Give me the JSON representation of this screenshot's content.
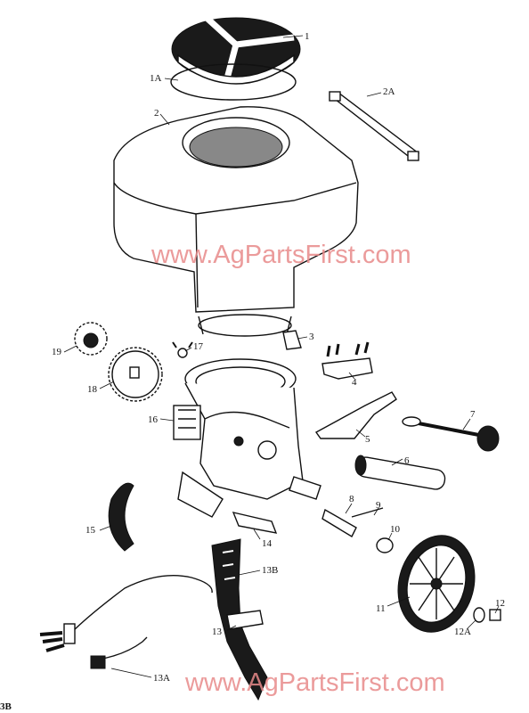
{
  "watermark": "www.AgPartsFirst.com",
  "corner_label": "3B",
  "callouts": [
    "1",
    "1A",
    "2",
    "2A",
    "3",
    "4",
    "5",
    "6",
    "7",
    "8",
    "9",
    "10",
    "11",
    "12",
    "12A",
    "13",
    "13A",
    "13B",
    "14",
    "15",
    "16",
    "17",
    "18",
    "19"
  ]
}
